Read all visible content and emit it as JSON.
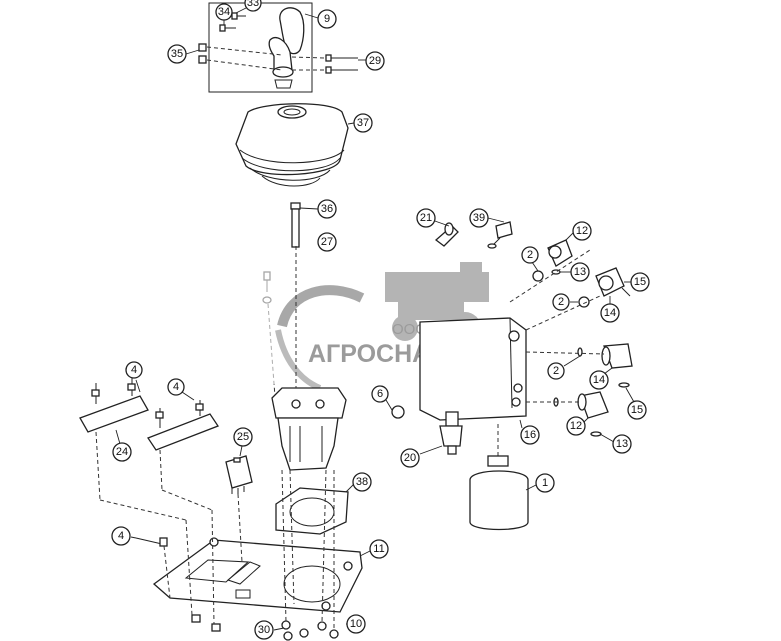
{
  "watermark": {
    "company_prefix": "ООО",
    "company_name": "АГРОСНАБ",
    "accent_color": "#9a9a9a"
  },
  "callouts": [
    {
      "id": "c33",
      "label": "33"
    },
    {
      "id": "c34",
      "label": "34"
    },
    {
      "id": "c9",
      "label": "9"
    },
    {
      "id": "c35",
      "label": "35"
    },
    {
      "id": "c29",
      "label": "29"
    },
    {
      "id": "c37",
      "label": "37"
    },
    {
      "id": "c36",
      "label": "36"
    },
    {
      "id": "c27",
      "label": "27"
    },
    {
      "id": "c21",
      "label": "21"
    },
    {
      "id": "c39",
      "label": "39"
    },
    {
      "id": "c12a",
      "label": "12"
    },
    {
      "id": "c2a",
      "label": "2"
    },
    {
      "id": "c13a",
      "label": "13"
    },
    {
      "id": "c15a",
      "label": "15"
    },
    {
      "id": "c2b",
      "label": "2"
    },
    {
      "id": "c14a",
      "label": "14"
    },
    {
      "id": "c4a",
      "label": "4"
    },
    {
      "id": "c4b",
      "label": "4"
    },
    {
      "id": "c24",
      "label": "24"
    },
    {
      "id": "c25",
      "label": "25"
    },
    {
      "id": "c6",
      "label": "6"
    },
    {
      "id": "c20",
      "label": "20"
    },
    {
      "id": "c16",
      "label": "16"
    },
    {
      "id": "c2c",
      "label": "2"
    },
    {
      "id": "c14b",
      "label": "14"
    },
    {
      "id": "c15b",
      "label": "15"
    },
    {
      "id": "c12b",
      "label": "12"
    },
    {
      "id": "c13b",
      "label": "13"
    },
    {
      "id": "c1",
      "label": "1"
    },
    {
      "id": "c38",
      "label": "38"
    },
    {
      "id": "c4c",
      "label": "4"
    },
    {
      "id": "c11",
      "label": "11"
    },
    {
      "id": "c30",
      "label": "30"
    },
    {
      "id": "c10",
      "label": "10"
    }
  ]
}
